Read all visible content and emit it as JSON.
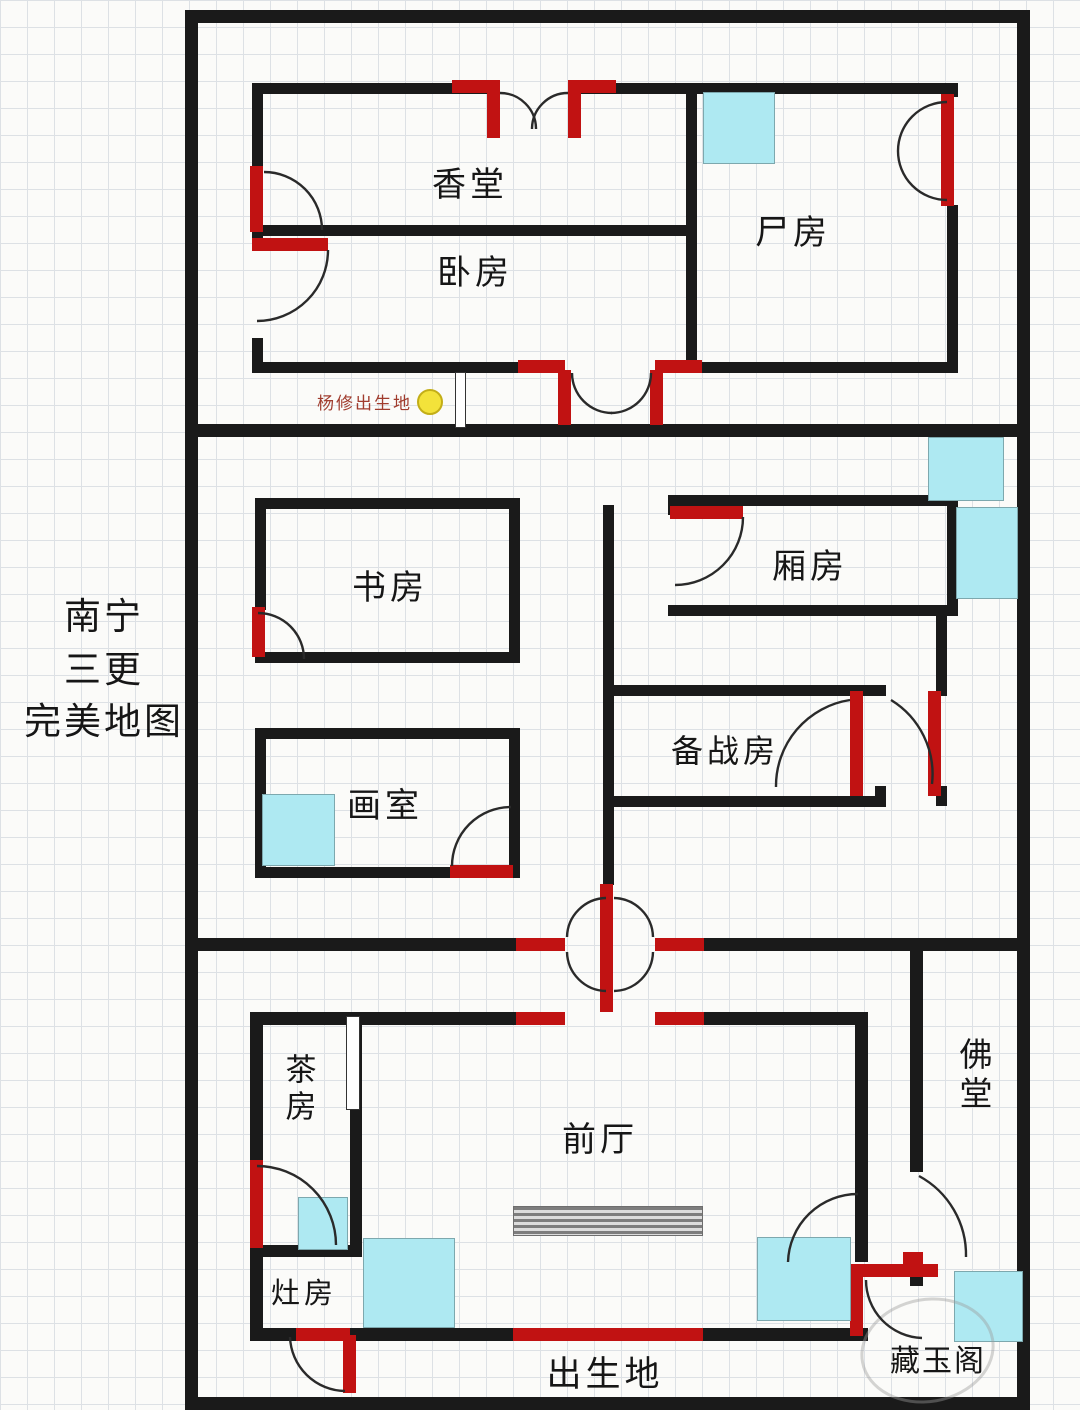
{
  "title": {
    "lines": [
      "南宁",
      "三更",
      "完美地图"
    ]
  },
  "rooms": {
    "xiangtang": "香堂",
    "shifang": "尸房",
    "wofang": "卧房",
    "shufang": "书房",
    "xiangfang": "厢房",
    "beizhanfang": "备战房",
    "huashi": "画室",
    "chafang": "茶房",
    "qianting": "前厅",
    "fotang": "佛堂",
    "zaofang": "灶房",
    "cangyuge": "藏玉阁"
  },
  "markers": {
    "yangxiu": "杨修出生地",
    "birthplace": "出生地"
  },
  "colors": {
    "wall": "#1a1a1a",
    "door": "#c11212",
    "item": "#aee9f2",
    "marker": "#f3e23a",
    "grid": "#dde1e5",
    "bg": "#fbfbf9",
    "text": "#161616",
    "annotation": "#a03c2e",
    "table": "#7d7d7d",
    "watermark": "#9a9a9a"
  }
}
